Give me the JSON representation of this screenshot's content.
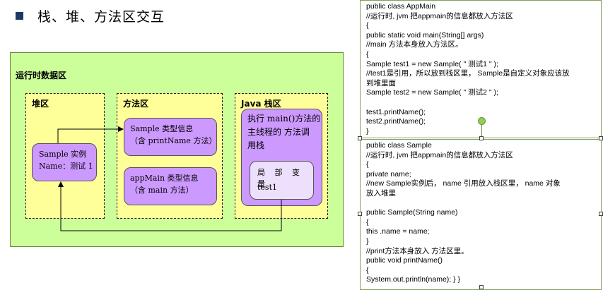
{
  "title": "栈、堆、方法区交互",
  "diagram": {
    "runtime_area": "运行时数据区",
    "heap": {
      "label": "堆区",
      "sample_instance": {
        "line1": "Sample 实例",
        "line2": "Name：测试 1"
      }
    },
    "method_area": {
      "label": "方法区",
      "sample_type": {
        "line1": "Sample 类型信息",
        "line2": "（含 printName 方法）"
      },
      "appmain_type": {
        "line1": "appMain 类型信息",
        "line2": "（含 main 方法）"
      }
    },
    "java_stack": {
      "label": "Java 栈区",
      "thread": {
        "line1": "执行 main()方法的",
        "line2": "主线程的 方法调",
        "line3": "用栈"
      },
      "local_vars": {
        "title": "局 部 变 量",
        "value": "test1"
      }
    }
  },
  "code_top": [
    "public   class  AppMain",
    " //运行时, jvm 把appmain的信息都放入方法区",
    "{",
    "public   static   void  main(String[] args)",
    "//main 方法本身放入方法区。",
    "{",
    "Sample test1 = new  Sample( \" 测试1 \" );",
    " //test1是引用，所以放到栈区里，  Sample是自定义对象应该放",
    "到堆里面",
    "Sample test2 = new  Sample( \" 测试2 \" );",
    "",
    "test1.printName();",
    "test2.printName();",
    "}"
  ],
  "code_bottom": [
    "public   class  Sample",
    " //运行时, jvm 把appmain的信息都放入方法区",
    "{",
    "private  name;",
    " //new Sample实例后，  name 引用放入栈区里，   name 对象",
    "放入堆里",
    "",
    "public  Sample(String  name)",
    "{",
    "this .name = name;",
    "}",
    "//print方法本身放入  方法区里。",
    "public   void  printName()",
    "{",
    "System.out.println(name);  } }"
  ]
}
